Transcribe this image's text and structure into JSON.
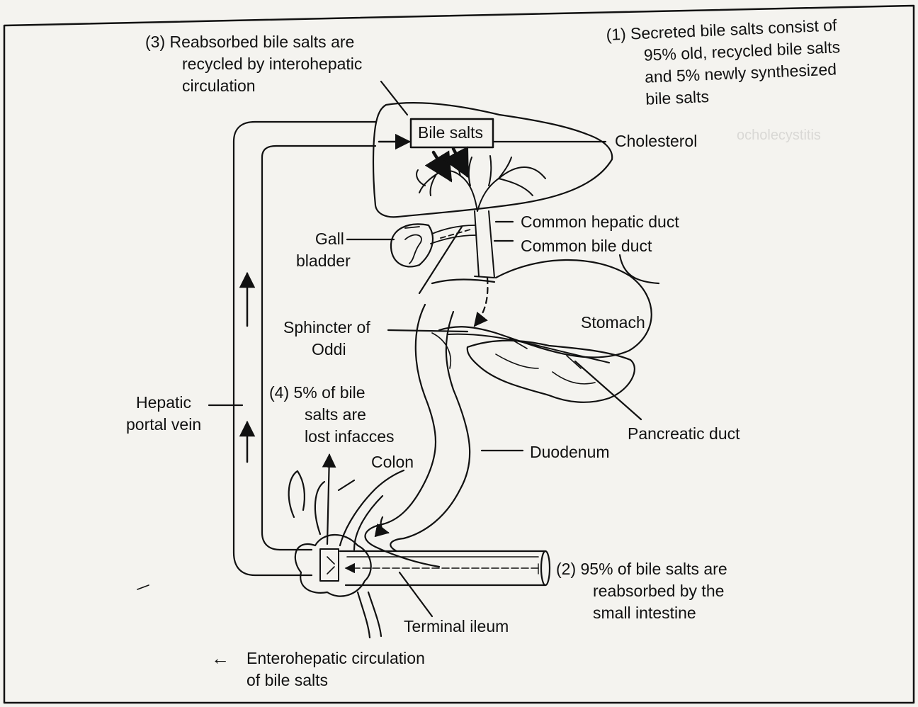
{
  "labels": {
    "step3": [
      "(3)  Reabsorbed bile salts are",
      "recycled by interohepatic",
      "circulation"
    ],
    "step1": [
      "(1)  Secreted bile salts consist of",
      "95% old, recycled bile salts",
      "and 5% newly synthesized",
      "bile salts"
    ],
    "bile_salts": "Bile salts",
    "cholesterol": "Cholesterol",
    "common_hepatic_duct": "Common hepatic duct",
    "common_bile_duct": "Common bile duct",
    "gall_bladder": [
      "Gall",
      "bladder"
    ],
    "stomach": "Stomach",
    "sphincter": [
      "Sphincter of",
      "Oddi"
    ],
    "hepatic_portal_vein": [
      "Hepatic",
      "portal vein"
    ],
    "step4": [
      "(4)  5% of bile",
      "salts are",
      "lost infacces"
    ],
    "pancreatic_duct": "Pancreatic duct",
    "duodenum": "Duodenum",
    "colon": "Colon",
    "step2": [
      "(2)  95% of bile salts are",
      "reabsorbed by the",
      "small intestine"
    ],
    "terminal_ileum": "Terminal ileum",
    "caption_arrow": "←",
    "caption": [
      "Enterohepatic circulation",
      "of bile salts"
    ]
  },
  "colors": {
    "ink": "#111111",
    "paper": "#f4f3ef"
  }
}
